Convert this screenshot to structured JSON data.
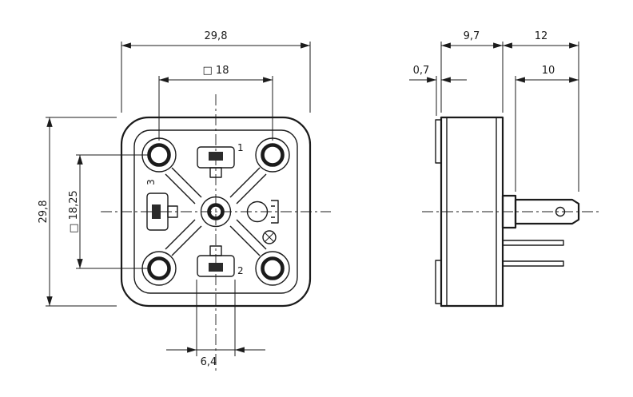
{
  "drawing": {
    "front_view": {
      "dim_width": "29,8",
      "dim_height": "29,8",
      "dim_hole_pitch": "□ 18",
      "dim_square": "□ 18,25",
      "dim_slot_width": "6,4",
      "pin_labels": {
        "one": "1",
        "two": "2",
        "three": "3"
      }
    },
    "side_view": {
      "dim_body_depth": "9,7",
      "dim_pin_total": "12",
      "dim_flange": "0,7",
      "dim_blade_length": "10"
    }
  }
}
